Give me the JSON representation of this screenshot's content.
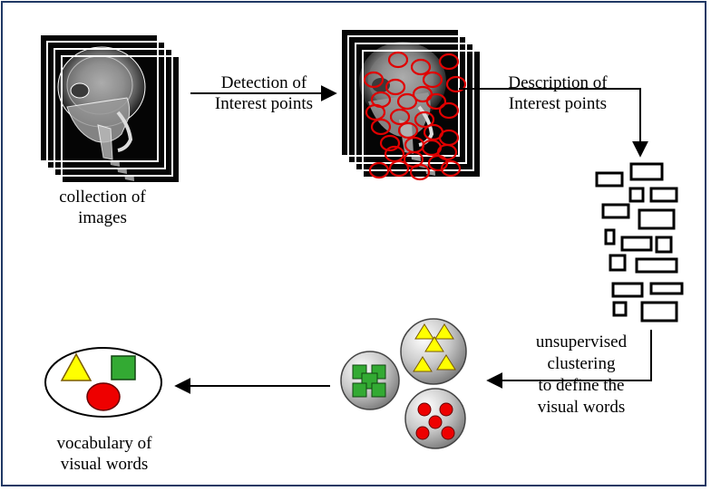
{
  "labels": {
    "collection": "collection of\nimages",
    "detection": "Detection of\nInterest points",
    "description": "Description of\nInterest points",
    "clustering": "unsupervised\nclustering\nto define the\nvisual words",
    "vocabulary": "vocabulary of\nvisual words"
  },
  "colors": {
    "border": "#1f3864",
    "arrow": "#000000",
    "interest_point_ring": "#e00000",
    "triangle": "#ffff00",
    "square": "#33aa33",
    "circle": "#ee0000",
    "cluster_disc": "#c8c8c8"
  },
  "icons": {
    "image_stack": "skull-xray-image-stack-icon",
    "annotated_stack": "skull-xray-with-interest-points-icon",
    "descriptors": "descriptor-rectangles-icon",
    "clusters": "cluster-discs-icon",
    "vocabulary": "visual-word-vocabulary-icon"
  }
}
